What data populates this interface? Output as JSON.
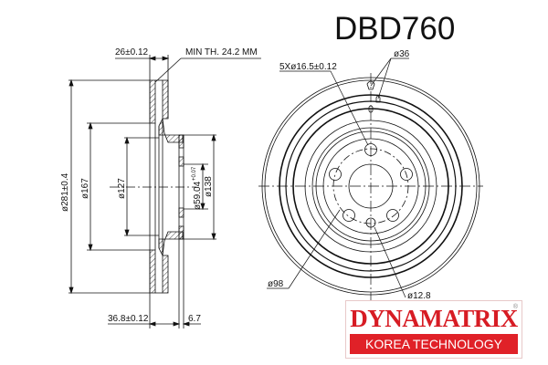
{
  "part_number": "DBD760",
  "side_view": {
    "hat_offset": "26±0.12",
    "min_thickness": "MIN TH. 24.2 MM",
    "outer_diameter": "ø281±0.4",
    "friction_inner_diameter": "ø167",
    "hat_inner_diameter": "ø127",
    "center_bore": "ø59.04",
    "center_bore_tolerance_upper": "+0.07",
    "center_bore_tolerance_lower": "0",
    "hat_outer_diameter": "ø138",
    "total_height": "36.8±0.12",
    "hat_thickness": "6.7"
  },
  "front_view": {
    "bolt_holes": "5Xø16.5±0.12",
    "hole_angle": "ø36",
    "pcd": "ø98",
    "locating_hole": "ø12.8"
  },
  "logo": {
    "brand": "DYNAMATRIX",
    "registered": "®",
    "tagline": "KOREA TECHNOLOGY",
    "brand_color": "#d71c24",
    "band_color": "#e02128"
  }
}
